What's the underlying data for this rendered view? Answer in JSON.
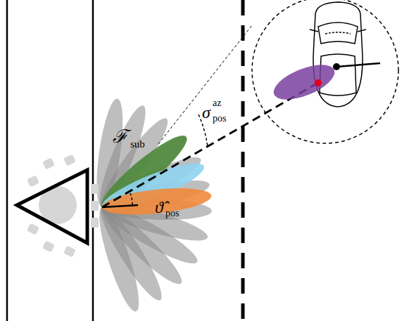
{
  "diagram": {
    "labels": [
      "ℱ",
      "sub",
      "σ",
      "az",
      "pos",
      "ϑ̂",
      "pos"
    ]
  }
}
